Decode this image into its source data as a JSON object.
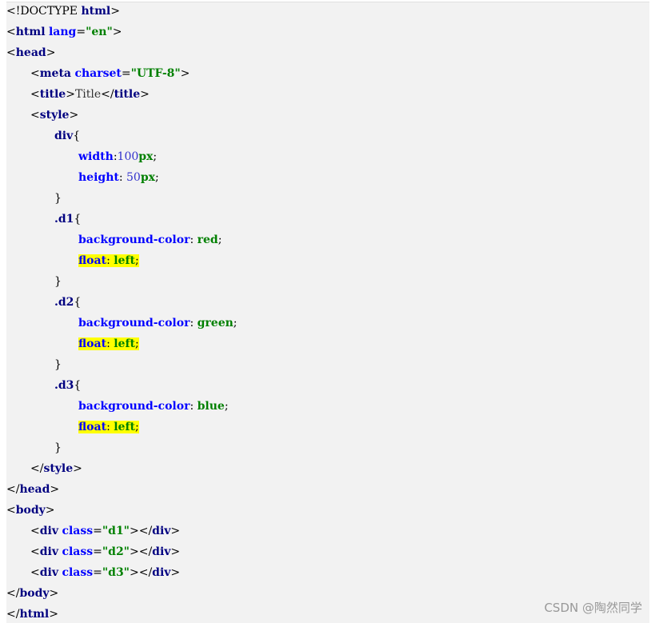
{
  "code": {
    "doctype": "<!DOCTYPE",
    "html_kw": "html",
    "lang_attr": "lang",
    "lang_val": "\"en\"",
    "head_kw": "head",
    "meta_kw": "meta",
    "charset_attr": "charset",
    "charset_val": "\"UTF-8\"",
    "title_kw": "title",
    "title_text": "Title",
    "style_kw": "style",
    "div_sel": "div",
    "width_prop": "width",
    "width_num": "100",
    "width_unit": "px",
    "height_prop": "height",
    "height_num": "50",
    "height_unit": "px",
    "d1_sel": ".d1",
    "d2_sel": ".d2",
    "d3_sel": ".d3",
    "bg_prop": "background-color",
    "red_val": "red",
    "green_val": "green",
    "blue_val": "blue",
    "float_prop": "float",
    "float_val": "left",
    "body_kw": "body",
    "div_kw": "div",
    "class_attr": "class",
    "d1_val": "\"d1\"",
    "d2_val": "\"d2\"",
    "d3_val": "\"d3\""
  },
  "watermark": "CSDN @陶然同学"
}
